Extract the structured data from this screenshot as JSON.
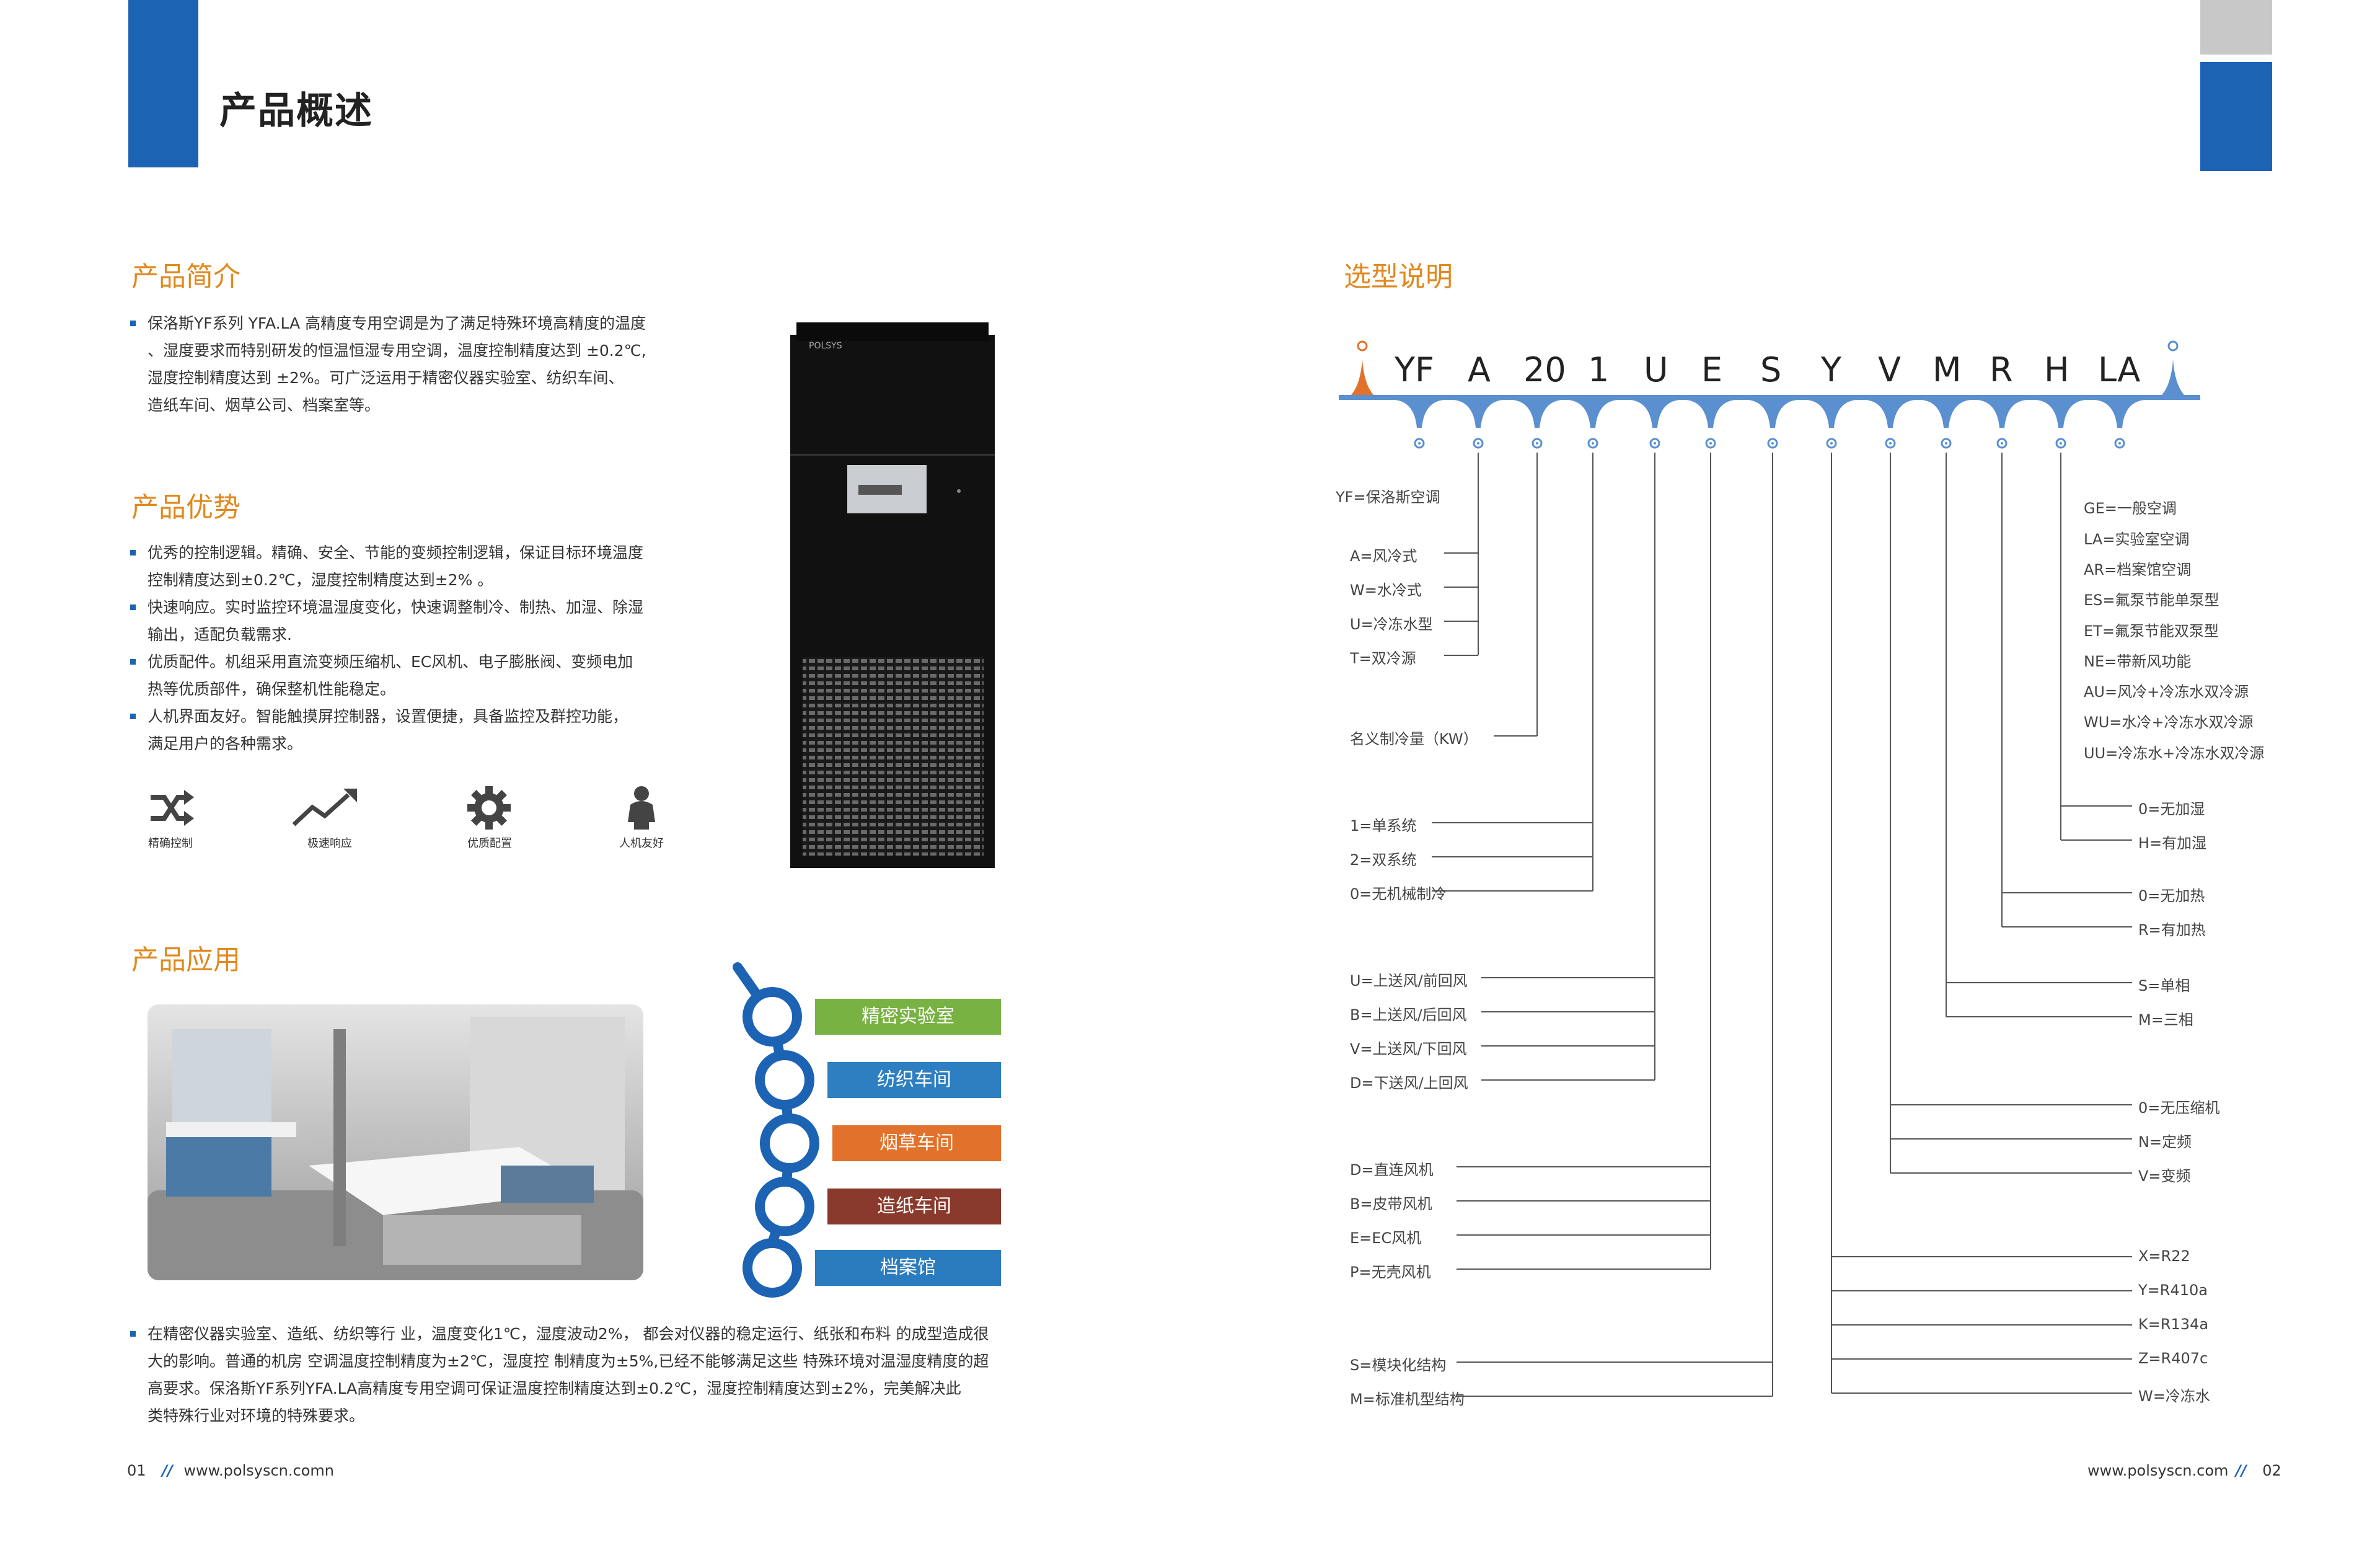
{
  "page_title": "产品概述",
  "colors": {
    "blue": "#1d63b4",
    "orange": "#e0891e",
    "gray": "#c8c8c8",
    "green": "#78b243",
    "teal_blue": "#2d7fc1",
    "orange_bar": "#e1712b",
    "brown": "#8a3a2c",
    "mid_blue": "#2b7bbf"
  },
  "intro": {
    "heading": "产品简介",
    "lines": [
      "保洛斯YF系列 YFA.LA 高精度专用空调是为了满足特殊环境高精度的温度",
      "、湿度要求而特别研发的恒温恒湿专用空调，温度控制精度达到 ±0.2℃,",
      "湿度控制精度达到 ±2%。可广泛运用于精密仪器实验室、纺织车间、",
      "造纸车间、烟草公司、档案室等。"
    ]
  },
  "advantages": {
    "heading": "产品优势",
    "items": [
      [
        "优秀的控制逻辑。精确、安全、节能的变频控制逻辑，保证目标环境温度",
        "控制精度达到±0.2℃，湿度控制精度达到±2% 。"
      ],
      [
        "快速响应。实时监控环境温湿度变化，快速调整制冷、制热、加湿、除湿",
        "输出，适配负载需求."
      ],
      [
        "优质配件。机组采用直流变频压缩机、EC风机、电子膨胀阀、变频电加",
        "热等优质部件，确保整机性能稳定。"
      ],
      [
        "人机界面友好。智能触摸屏控制器，设置便捷，具备监控及群控功能，",
        "满足用户的各种需求。"
      ]
    ],
    "features": [
      {
        "icon": "shuffle-icon",
        "label": "精确控制"
      },
      {
        "icon": "trend-up-icon",
        "label": "极速响应"
      },
      {
        "icon": "gear-icon",
        "label": "优质配置"
      },
      {
        "icon": "person-icon",
        "label": "人机友好"
      }
    ]
  },
  "device": {
    "brand": "POLSYS"
  },
  "applications": {
    "heading": "产品应用",
    "items": [
      "精密实验室",
      "纺织车间",
      "烟草车间",
      "造纸车间",
      "档案馆"
    ],
    "paragraph": [
      "在精密仪器实验室、造纸、纺织等行 业，温度变化1℃，湿度波动2%， 都会对仪器的稳定运行、纸张和布料 的成型造成很",
      "大的影响。普通的机房 空调温度控制精度为±2℃，湿度控 制精度为±5%,已经不能够满足这些 特殊环境对温湿度精度的超",
      "高要求。保洛斯YF系列YFA.LA高精度专用空调可保证温度控制精度达到±0.2℃，湿度控制精度达到±2%，完美解决此",
      "类特殊行业对环境的特殊要求。"
    ]
  },
  "selection": {
    "heading": "选型说明",
    "codes": [
      "YF",
      "A",
      "20",
      "1",
      "U",
      "E",
      "S",
      "Y",
      "V",
      "M",
      "R",
      "H",
      "LA"
    ],
    "left_groups": [
      [
        "YF=保洛斯空调"
      ],
      [
        "A=风冷式",
        "W=水冷式",
        "U=冷冻水型",
        "T=双冷源"
      ],
      [
        "名义制冷量（KW）"
      ],
      [
        "1=单系统",
        "2=双系统",
        "0=无机械制冷"
      ],
      [
        "U=上送风/前回风",
        "B=上送风/后回风",
        "V=上送风/下回风",
        "D=下送风/上回风"
      ],
      [
        "D=直连风机",
        "B=皮带风机",
        "E=EC风机",
        "P=无壳风机"
      ],
      [
        "S=模块化结构",
        "M=标准机型结构"
      ]
    ],
    "right_groups": [
      [
        "GE=一般空调",
        "LA=实验室空调",
        "AR=档案馆空调",
        "ES=氟泵节能单泵型",
        "ET=氟泵节能双泵型",
        "NE=带新风功能",
        "AU=风冷+冷冻水双冷源",
        "WU=水冷+冷冻水双冷源",
        "UU=冷冻水+冷冻水双冷源"
      ],
      [
        "0=无加湿",
        "H=有加湿"
      ],
      [
        "0=无加热",
        "R=有加热"
      ],
      [
        "S=单相",
        "M=三相"
      ],
      [
        "0=无压缩机",
        "N=定频",
        "V=变频"
      ],
      [
        "X=R22",
        "Y=R410a",
        "K=R134a",
        "Z=R407c",
        "W=冷冻水"
      ]
    ]
  },
  "footer": {
    "left_page": "01",
    "left_url": "www.polsyscn.comn",
    "right_url": "www.polsyscn.com",
    "right_page": "02",
    "sep": "//"
  }
}
